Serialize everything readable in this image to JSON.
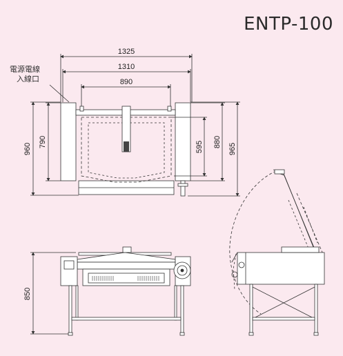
{
  "title": "ENTP-100",
  "inlet_label": {
    "line1": "電源電線",
    "line2": "入線口"
  },
  "top_view": {
    "dim_overall_width": "1325",
    "dim_body_width": "1310",
    "dim_pan_width": "890",
    "dim_depth_left_outer": "960",
    "dim_depth_left_inner": "790",
    "dim_pan_depth": "595",
    "dim_depth_right_inner": "880",
    "dim_depth_right_outer": "965"
  },
  "front_view": {
    "dim_height": "850"
  }
}
